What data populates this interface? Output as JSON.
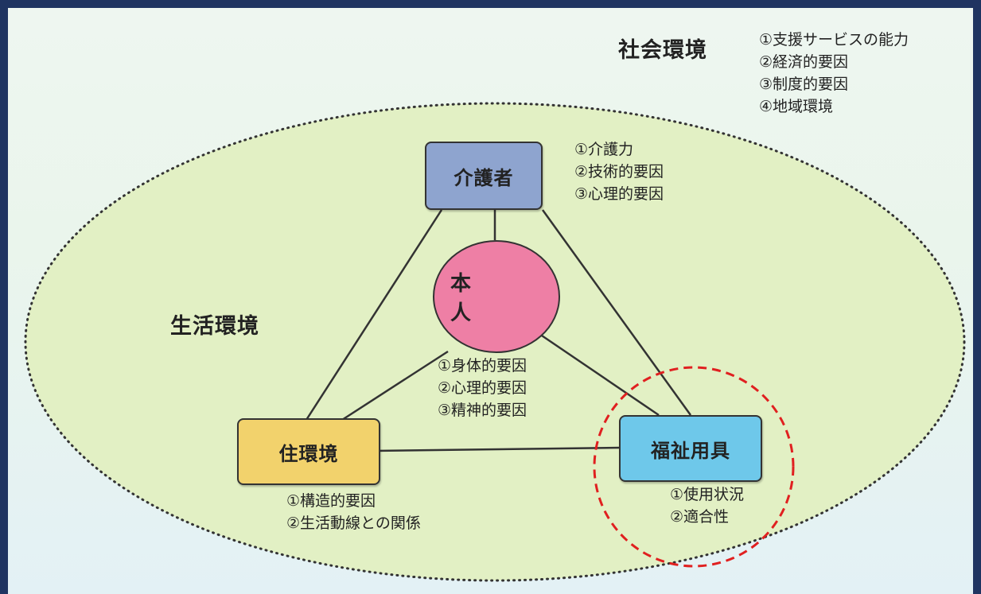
{
  "social_environment": {
    "title": "社会環境",
    "items": [
      "①支援サービスの能力",
      "②経済的要因",
      "③制度的要因",
      "④地域環境"
    ]
  },
  "living_environment": {
    "title": "生活環境"
  },
  "caregiver": {
    "label": "介護者",
    "items": [
      "①介護力",
      "②技術的要因",
      "③心理的要因"
    ],
    "color": "#8ea4cf"
  },
  "person": {
    "label": "本　人",
    "items": [
      "①身体的要因",
      "②心理的要因",
      "③精神的要因"
    ],
    "color": "#ee7fa5"
  },
  "housing": {
    "label": "住環境",
    "items": [
      "①構造的要因",
      "②生活動線との関係"
    ],
    "color": "#f2d26c"
  },
  "welfare_equipment": {
    "label": "福祉用具",
    "items": [
      "①使用状況",
      "②適合性"
    ],
    "color": "#6ec8ea",
    "highlight_color": "#e02020"
  }
}
